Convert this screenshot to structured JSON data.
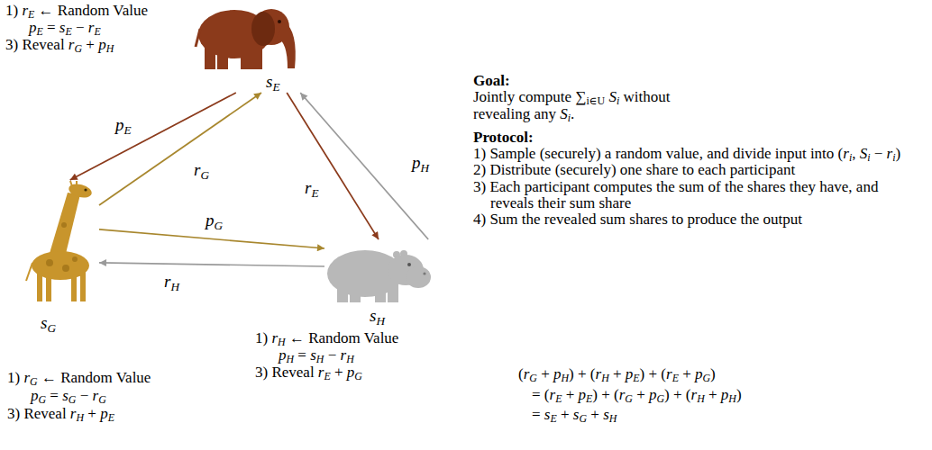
{
  "diagram": {
    "nodes": [
      {
        "text": [
          "sE"
        ]
      },
      {
        "text": [
          "sG"
        ]
      },
      {
        "text": [
          "sH"
        ]
      }
    ],
    "edges": [
      {
        "from": 0,
        "to": 1,
        "label": "pE",
        "arrow": "to"
      },
      {
        "from": 1,
        "to": 0,
        "label": "rG",
        "arrow": "to"
      },
      {
        "from": 0,
        "to": 2,
        "label": "rE",
        "arrow": "to"
      },
      {
        "from": 2,
        "to": 0,
        "label": "pH",
        "arrow": "to"
      },
      {
        "from": 1,
        "to": 2,
        "label": "pG",
        "arrow": "to"
      },
      {
        "from": 2,
        "to": 1,
        "label": "rH",
        "arrow": "to"
      }
    ],
    "labels": [
      "1) rE ← Random Value",
      "pE = sE − rE",
      "3) Reveal rG + pH",
      "1) rG ← Random Value",
      "pG = sG − rG",
      "3) Reveal rH + pE",
      "1) rH ← Random Value",
      "pH = sH − rH",
      "3) Reveal rE + pG",
      "Goal:",
      "Jointly compute ∑i∈U Si without revealing any Si.",
      "Protocol:",
      "1) Sample (securely) a random value, and divide input into (ri, Si − ri)",
      "2) Distribute (securely) one share to each participant",
      "3) Each participant computes the sum of the shares they have, and reveals their sum share",
      "4) Sum the revealed sum shares to produce the output",
      "(rG + pH) + (rH + pE) + (rE + pG)",
      "= (rE + pE) + (rG + pG) + (rH + pH)",
      "= sE + sG + sH"
    ]
  }
}
